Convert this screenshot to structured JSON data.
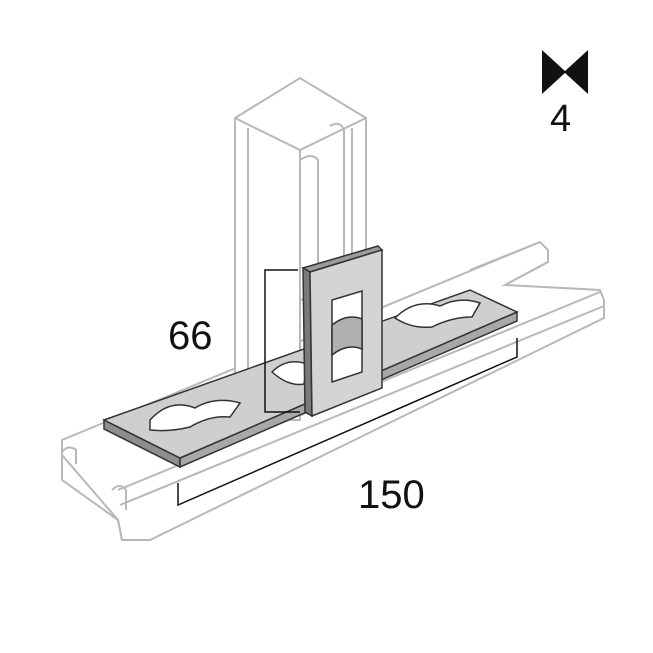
{
  "dimensions": {
    "height": "66",
    "length": "150"
  },
  "quantity": {
    "icon": "bowtie-pack-icon",
    "value": "4"
  },
  "colors": {
    "channel_outline": "#b8b8b8",
    "plate": "#c9c9c9",
    "ink": "#111111"
  }
}
